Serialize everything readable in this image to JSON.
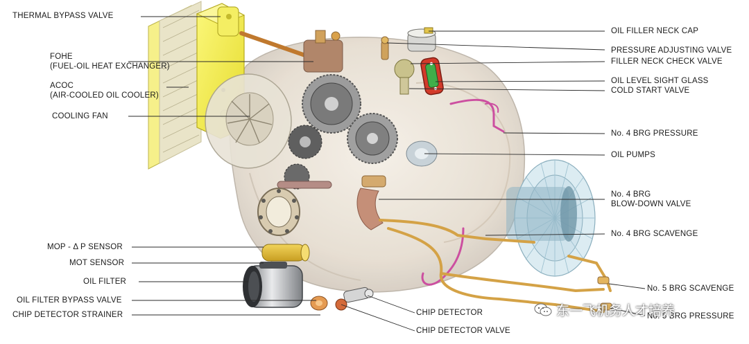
{
  "labels": {
    "thermal_bypass_valve": "THERMAL BYPASS VALVE",
    "fohe_line1": "FOHE",
    "fohe_line2": "(FUEL-OIL HEAT EXCHANGER)",
    "acoc_line1": "ACOC",
    "acoc_line2": "(AIR-COOLED OIL COOLER)",
    "cooling_fan": "COOLING FAN",
    "mop_sensor": "MOP - Δ P SENSOR",
    "mot_sensor": "MOT SENSOR",
    "oil_filter": "OIL FILTER",
    "oil_filter_bypass_valve": "OIL FILTER BYPASS VALVE",
    "chip_detector_strainer": "CHIP DETECTOR STRAINER",
    "chip_detector": "CHIP DETECTOR",
    "chip_detector_valve": "CHIP DETECTOR VALVE",
    "oil_filler_neck_cap": "OIL FILLER NECK CAP",
    "pressure_adjusting_valve": "PRESSURE ADJUSTING VALVE",
    "filler_neck_check_valve": "FILLER NECK CHECK VALVE",
    "oil_level_sight_glass": "OIL LEVEL SIGHT GLASS",
    "cold_start_valve": "COLD START VALVE",
    "no4_brg_pressure": "No. 4 BRG PRESSURE",
    "oil_pumps": "OIL PUMPS",
    "no4_brg_blowdown_line1": "No. 4 BRG",
    "no4_brg_blowdown_line2": "BLOW-DOWN VALVE",
    "no4_brg_scavenge": "No. 4 BRG SCAVENGE",
    "no5_brg_scavenge": "No. 5 BRG SCAVENGE",
    "no5_brg_pressure": "No. 5 BRG PRESSURE"
  },
  "watermark": {
    "text": "东一飞机务人才培养",
    "icon": "wechat-bubble-icon"
  },
  "colors": {
    "cooler_yellow": "#f2ec4a",
    "oil_line": "#d4a246",
    "pressure_line": "#cc4fa0",
    "chip_red": "#d23a2a",
    "sight_glass_green": "#3fae4a",
    "fan_blue": "#8ec7e0"
  }
}
